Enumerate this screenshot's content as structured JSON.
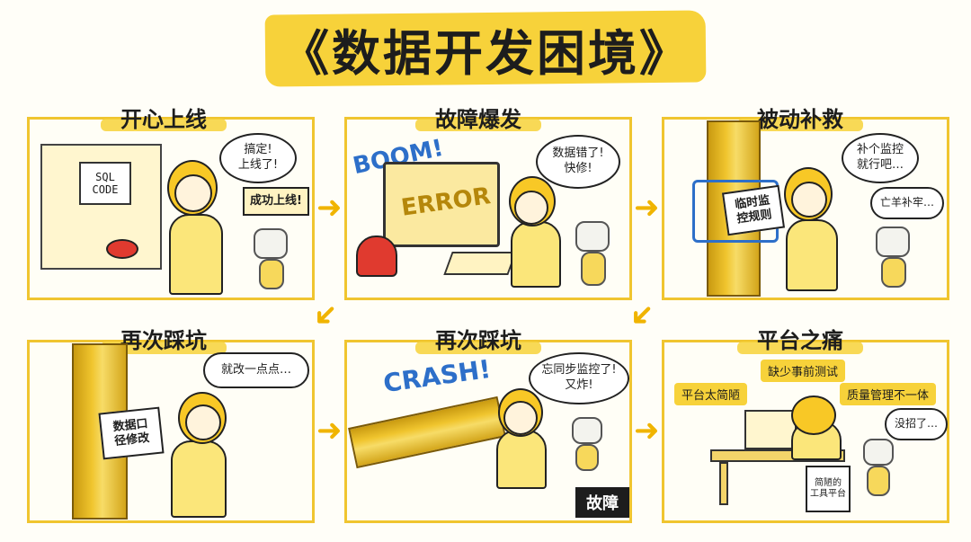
{
  "title": "《数据开发困境》",
  "colors": {
    "accent": "#f7d23a",
    "border": "#f0c530",
    "blue": "#2d6fc9",
    "red": "#e03a2f"
  },
  "panels": [
    {
      "label": "开心上线",
      "bubble": "搞定!\n上线了!",
      "sign": "成功上线!",
      "screen_text": "SQL\nCODE"
    },
    {
      "label": "故障爆发",
      "bubble": "数据错了!\n快修!",
      "boom": "BOOM!",
      "error": "ERROR"
    },
    {
      "label": "被动补救",
      "bubble": "补个监控\n就行吧…",
      "bubble2": "亡羊补牢…",
      "patch": "临时监\n控规则"
    },
    {
      "label": "再次踩坑",
      "bubble": "就改一点点…",
      "patch": "数据口\n径修改"
    },
    {
      "label": "再次踩坑",
      "bubble": "忘同步监控了!\n又炸!",
      "crash": "CRASH!",
      "fault": "故障"
    },
    {
      "label": "平台之痛",
      "tags": [
        "缺少事前测试",
        "平台太简陋",
        "质量管理不一体"
      ],
      "bubble": "没招了…",
      "box_label": "简陋的\n工具平台"
    }
  ]
}
